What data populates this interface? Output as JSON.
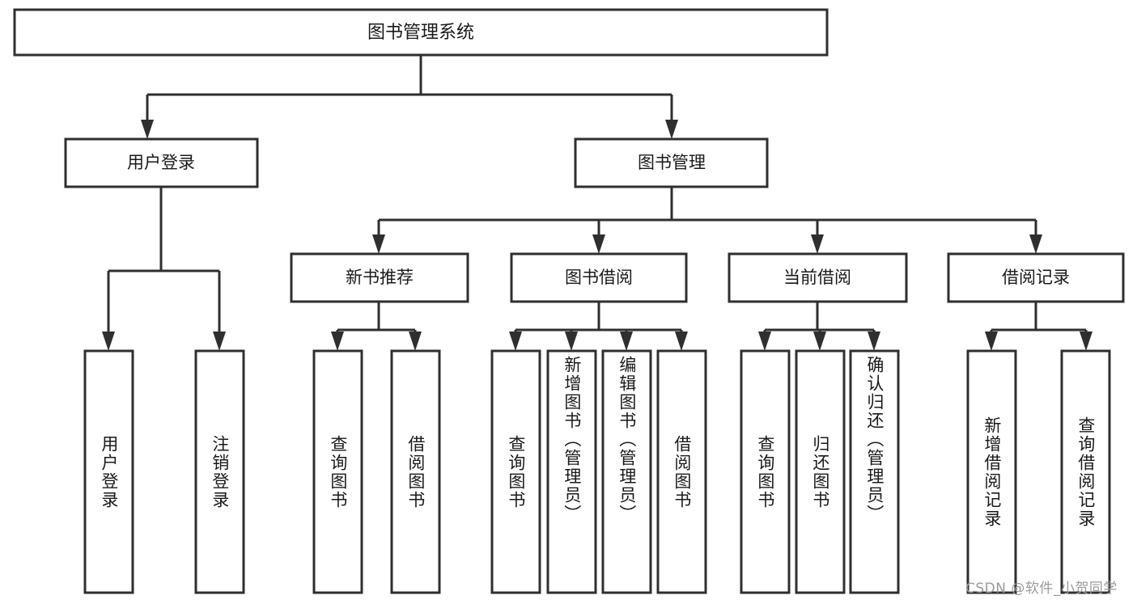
{
  "diagram": {
    "type": "tree-hierarchy",
    "title": "图书管理系统",
    "watermark": "CSDN @软件_小贺同学",
    "colors": {
      "stroke": "#2f2f2f",
      "fill": "#ffffff",
      "text": "#1a1a1a",
      "watermark": "#9a9a9a",
      "background": "#ffffff"
    },
    "nodes": {
      "root": {
        "label": "图书管理系统",
        "level": 1,
        "orientation": "horizontal"
      },
      "l2": [
        {
          "id": "user-login",
          "label": "用户登录",
          "level": 2,
          "orientation": "horizontal"
        },
        {
          "id": "book-management",
          "label": "图书管理",
          "level": 2,
          "orientation": "horizontal"
        }
      ],
      "l3": [
        {
          "id": "new-book-recommend",
          "label": "新书推荐",
          "level": 3,
          "orientation": "horizontal",
          "parent": "book-management"
        },
        {
          "id": "book-borrow",
          "label": "图书借阅",
          "level": 3,
          "orientation": "horizontal",
          "parent": "book-management"
        },
        {
          "id": "current-borrow",
          "label": "当前借阅",
          "level": 3,
          "orientation": "horizontal",
          "parent": "book-management"
        },
        {
          "id": "borrow-record",
          "label": "借阅记录",
          "level": 3,
          "orientation": "horizontal",
          "parent": "book-management"
        }
      ],
      "leaves": [
        {
          "id": "leaf-user-login",
          "label": "用户登录",
          "parent": "user-login",
          "orientation": "vertical"
        },
        {
          "id": "leaf-logout-login",
          "label": "注销登录",
          "parent": "user-login",
          "orientation": "vertical"
        },
        {
          "id": "leaf-query-book-1",
          "label": "查询图书",
          "parent": "new-book-recommend",
          "orientation": "vertical"
        },
        {
          "id": "leaf-borrow-book-1",
          "label": "借阅图书",
          "parent": "new-book-recommend",
          "orientation": "vertical"
        },
        {
          "id": "leaf-query-book-2",
          "label": "查询图书",
          "parent": "book-borrow",
          "orientation": "vertical"
        },
        {
          "id": "leaf-add-book",
          "label": "新增图书（管理员）",
          "parent": "book-borrow",
          "orientation": "vertical"
        },
        {
          "id": "leaf-edit-book",
          "label": "编辑图书（管理员）",
          "parent": "book-borrow",
          "orientation": "vertical"
        },
        {
          "id": "leaf-borrow-book-2",
          "label": "借阅图书",
          "parent": "book-borrow",
          "orientation": "vertical"
        },
        {
          "id": "leaf-query-book-3",
          "label": "查询图书",
          "parent": "current-borrow",
          "orientation": "vertical"
        },
        {
          "id": "leaf-return-book",
          "label": "归还图书",
          "parent": "current-borrow",
          "orientation": "vertical"
        },
        {
          "id": "leaf-confirm-return",
          "label": "确认归还（管理员）",
          "parent": "current-borrow",
          "orientation": "vertical"
        },
        {
          "id": "leaf-add-record",
          "label": "新增借阅记录",
          "parent": "borrow-record",
          "orientation": "vertical"
        },
        {
          "id": "leaf-query-record",
          "label": "查询借阅记录",
          "parent": "borrow-record",
          "orientation": "vertical"
        }
      ]
    }
  }
}
